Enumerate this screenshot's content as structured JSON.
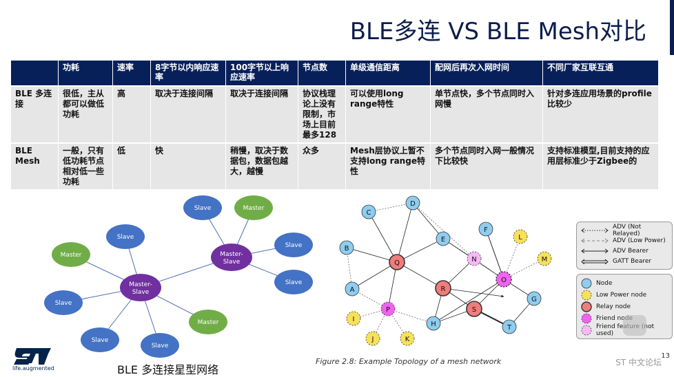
{
  "slide": {
    "title": "BLE多连 VS BLE Mesh对比",
    "page_number": "13",
    "forum_label": "ST 中文论坛",
    "logo_tagline": "life.augmented"
  },
  "table": {
    "headers": [
      "",
      "功耗",
      "速率",
      "8字节以内响应速率",
      "100字节以上响应速率",
      "节点数",
      "单级通信距离",
      "配网后再次入网时间",
      "不同厂家互联互通"
    ],
    "rows": [
      [
        "BLE 多连接",
        "很低，主从都可以做低功耗",
        "高",
        "取决于连接间隔",
        "取决于连接间隔",
        "协议栈理论上没有限制，市场上目前最多128",
        "可以使用long range特性",
        "单节点快，多个节点同时入网慢",
        "针对多连应用场景的profile比较少"
      ],
      [
        "BLE Mesh",
        "一般，只有低功耗节点相对低一些功耗",
        "低",
        "快",
        "稍慢，取决于数据包，数据包越大，越慢",
        "众多",
        "Mesh层协议上暂不支持long range特性",
        "多个节点同时入网一般情况下比较快",
        "支持标准模型,目前支持的应用层标准少于Zigbee的"
      ]
    ]
  },
  "star_network": {
    "caption": "BLE 多连接星型网络",
    "labels": {
      "slave": "Slave",
      "master": "Master",
      "master_slave_line1": "Master-",
      "master_slave_line2": "Slave"
    },
    "colors": {
      "slave": "#4472c4",
      "master": "#70ad47",
      "master_slave": "#7030a0"
    }
  },
  "mesh_network": {
    "caption": "Figure 2.8: Example Topology of a mesh network",
    "nodes": [
      "A",
      "B",
      "C",
      "D",
      "E",
      "F",
      "G",
      "H",
      "I",
      "J",
      "K",
      "L",
      "M",
      "N",
      "O",
      "P",
      "Q",
      "R",
      "S",
      "T"
    ],
    "colors": {
      "node": "#8ecdf0",
      "low_power": "#f7e15a",
      "relay": "#f07c7c",
      "friend": "#f063f0",
      "friend_not_used": "#f6b8f6"
    },
    "legend_lines": [
      "ADV (Not Relayed)",
      "ADV (Low Power)",
      "ADV Bearer",
      "GATT Bearer"
    ],
    "legend_nodes": [
      "Node",
      "Low Power node",
      "Relay node",
      "Friend node",
      "Friend feature (not used)"
    ]
  }
}
